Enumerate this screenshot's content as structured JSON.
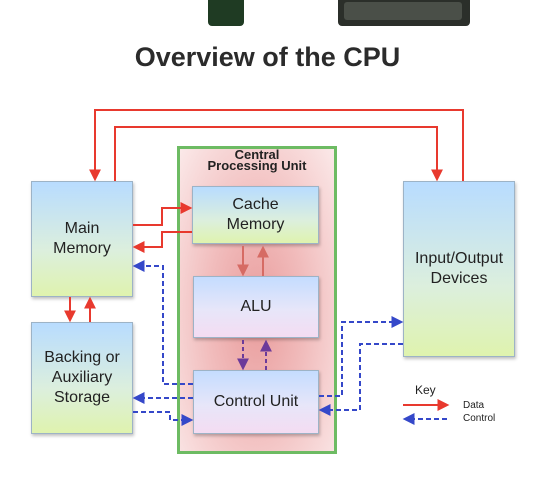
{
  "title": "Overview of the CPU",
  "cpu_label": "Central\nProcessing Unit",
  "components": {
    "main_memory": "Main\nMemory",
    "backing_storage": "Backing or\nAuxiliary\nStorage",
    "cache_memory": "Cache\nMemory",
    "alu": "ALU",
    "control_unit": "Control Unit",
    "io_devices": "Input/Output\nDevices"
  },
  "key": {
    "title": "Key",
    "data_label": "Data",
    "control_label": "Control"
  },
  "colors": {
    "data_arrow": "#e8392e",
    "control_arrow": "#3548c9",
    "cpu_border": "#6dbb63",
    "alu_arrow_data": "#d66b64",
    "alu_arrow_control": "#6b3a9a"
  }
}
